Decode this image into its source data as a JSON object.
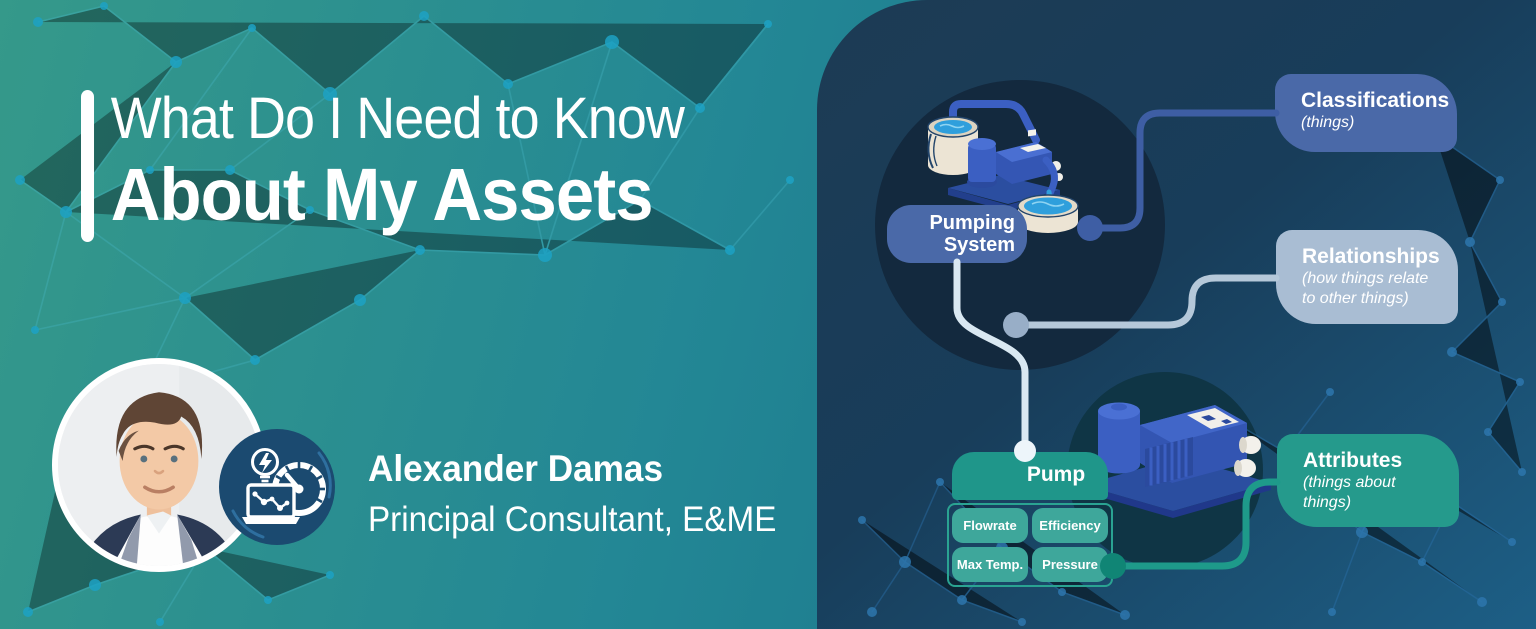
{
  "title": {
    "line1": "What Do I Need to Know",
    "line2": "About My Assets"
  },
  "speaker": {
    "name": "Alexander Damas",
    "role": "Principal Consultant, E&ME"
  },
  "diagram": {
    "system_node": {
      "lines": [
        "Pumping",
        "System"
      ]
    },
    "pump_node": {
      "label": "Pump",
      "attributes": [
        "Flowrate",
        "Efficiency",
        "Max Temp.",
        "Pressure"
      ]
    },
    "callouts": [
      {
        "id": "classifications",
        "title": "Classifications",
        "subtitle": "(things)",
        "color": "#4a69a8"
      },
      {
        "id": "relationships",
        "title": "Relationships",
        "subtitle": "(how things relate to other things)",
        "color": "#a9bdd3"
      },
      {
        "id": "attributes",
        "title": "Attributes",
        "subtitle": "(things about things)",
        "color": "#259a8c"
      }
    ],
    "badge_icons": [
      "lightbulb-bolt-icon",
      "speedometer-gauge-icon",
      "laptop-analytics-icon"
    ]
  },
  "colors": {
    "background_left_start": "#35998a",
    "background_left_end": "#136a84",
    "panel_start": "#1d3b54",
    "panel_end": "#1d5f86",
    "node_blue": "#4a69a8",
    "node_gray": "#a9bdd3",
    "node_teal": "#259a8c",
    "chip_teal": "#3ea79b",
    "connector_blue": "#3e5ea4",
    "connector_gray": "#b5c8d9",
    "connector_white": "#d9e8f2",
    "connector_teal": "#1e9a8a",
    "badge_navy": "#1b4a70",
    "pattern_teal": "#3bb0c4",
    "pattern_blue": "#2a70aa"
  }
}
